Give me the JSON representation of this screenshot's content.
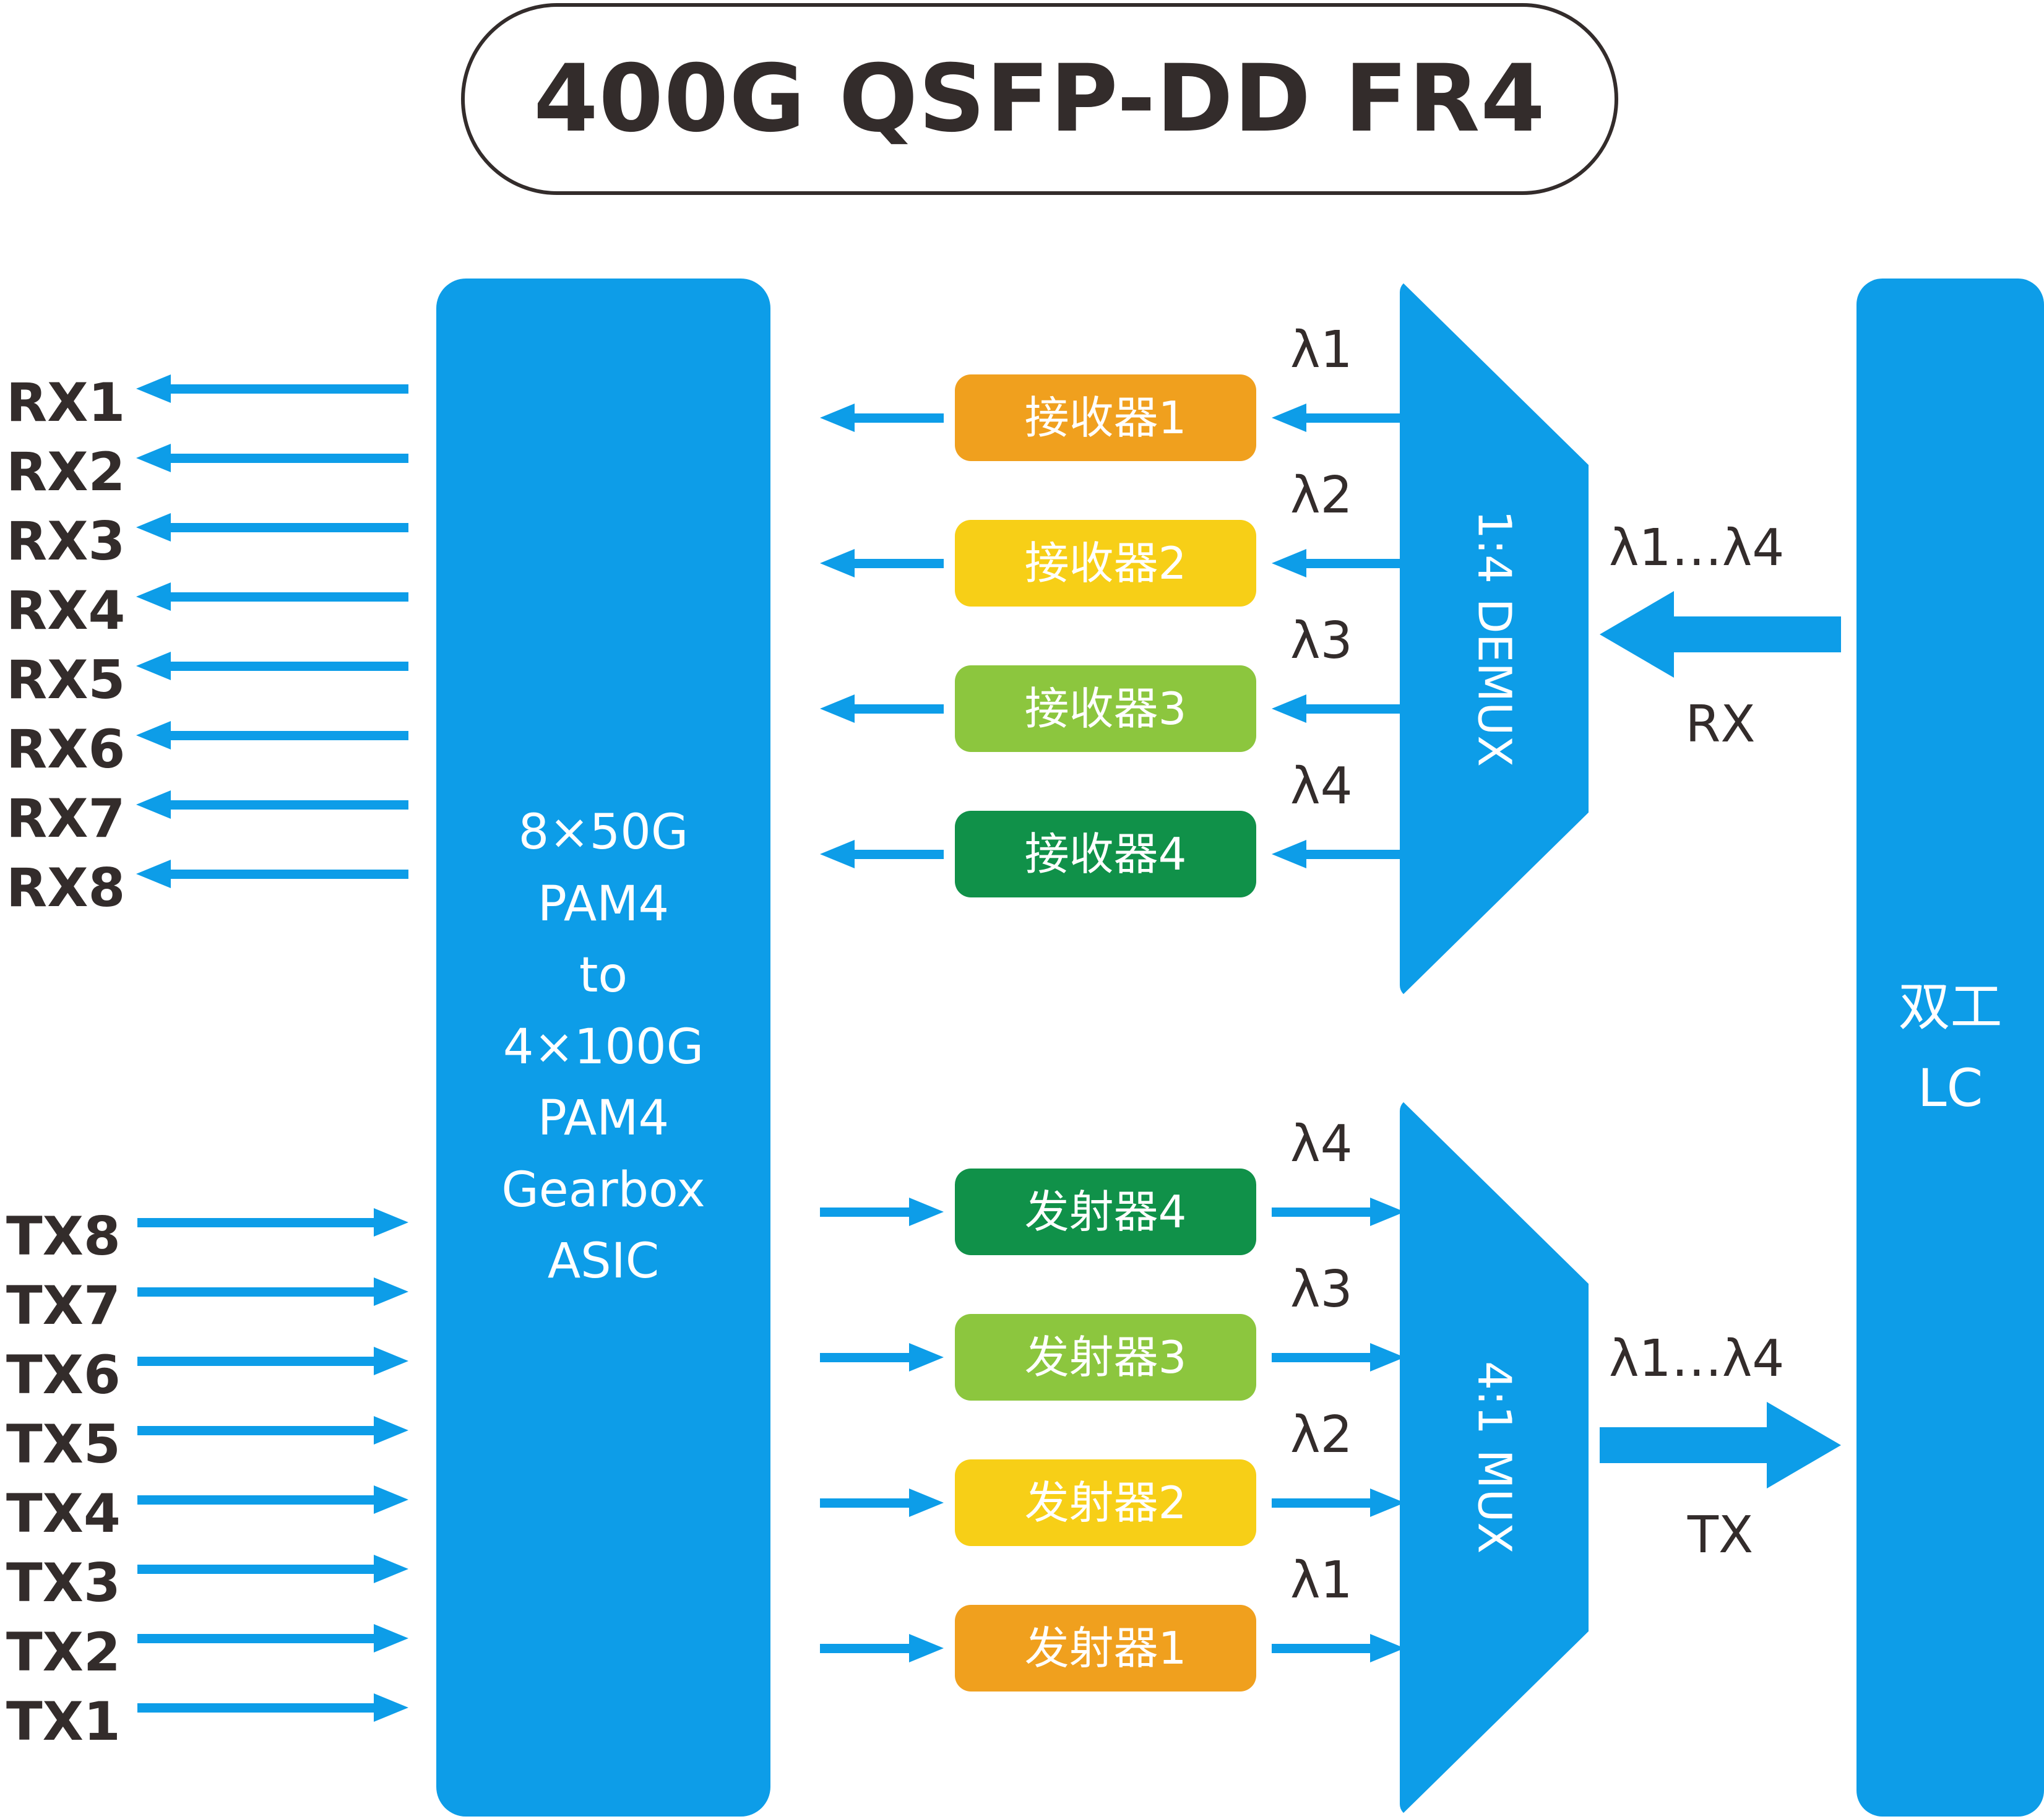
{
  "title": {
    "text": "400G QSFP-DD FR4"
  },
  "colors": {
    "blue": "#0d9de8",
    "dark_text": "#332c2b",
    "orange": "#f0a01e",
    "yellow": "#f7cf17",
    "light_green": "#8cc63e",
    "dark_green": "#109149",
    "white": "#ffffff"
  },
  "electrical": {
    "rx_lanes": [
      {
        "label": "RX1",
        "direction": "left"
      },
      {
        "label": "RX2",
        "direction": "left"
      },
      {
        "label": "RX3",
        "direction": "left"
      },
      {
        "label": "RX4",
        "direction": "left"
      },
      {
        "label": "RX5",
        "direction": "left"
      },
      {
        "label": "RX6",
        "direction": "left"
      },
      {
        "label": "RX7",
        "direction": "left"
      },
      {
        "label": "RX8",
        "direction": "left"
      }
    ],
    "tx_lanes": [
      {
        "label": "TX8",
        "direction": "right"
      },
      {
        "label": "TX7",
        "direction": "right"
      },
      {
        "label": "TX6",
        "direction": "right"
      },
      {
        "label": "TX5",
        "direction": "right"
      },
      {
        "label": "TX4",
        "direction": "right"
      },
      {
        "label": "TX3",
        "direction": "right"
      },
      {
        "label": "TX2",
        "direction": "right"
      },
      {
        "label": "TX1",
        "direction": "right"
      }
    ]
  },
  "asic": {
    "lines": [
      "8×50G",
      "PAM4",
      "to",
      "4×100G",
      "PAM4",
      "Gearbox",
      "ASIC"
    ]
  },
  "receivers": [
    {
      "label": "接收器1",
      "color": "#f0a01e",
      "lambda": "λ1"
    },
    {
      "label": "接收器2",
      "color": "#f7cf17",
      "lambda": "λ2"
    },
    {
      "label": "接收器3",
      "color": "#8cc63e",
      "lambda": "λ3"
    },
    {
      "label": "接收器4",
      "color": "#109149",
      "lambda": "λ4"
    }
  ],
  "transmitters": [
    {
      "label": "发射器4",
      "color": "#109149",
      "lambda": "λ4"
    },
    {
      "label": "发射器3",
      "color": "#8cc63e",
      "lambda": "λ3"
    },
    {
      "label": "发射器2",
      "color": "#f7cf17",
      "lambda": "λ2"
    },
    {
      "label": "发射器1",
      "color": "#f0a01e",
      "lambda": "λ1"
    }
  ],
  "demux": {
    "label": "1:4 DEMUX"
  },
  "mux": {
    "label": "4:1 MUX"
  },
  "rx_trunk": {
    "lambda_range": "λ1…λ4",
    "caption": "RX"
  },
  "tx_trunk": {
    "lambda_range": "λ1…λ4",
    "caption": "TX"
  },
  "connector": {
    "line1": "双工",
    "line2": "LC"
  }
}
